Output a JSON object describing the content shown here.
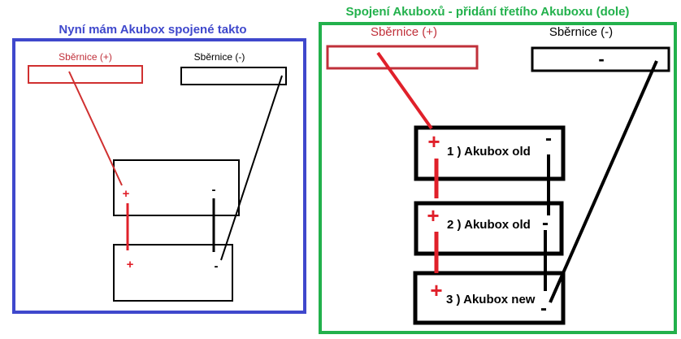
{
  "left": {
    "title": "Nyní mám Akubox spojené takto",
    "bus_plus": "Sběrnice (+)",
    "bus_minus": "Sběrnice (-)",
    "plus": "+",
    "minus": "-"
  },
  "right": {
    "title": "Spojení Akuboxů - přidání třetího Akuboxu (dole)",
    "bus_plus": "Sběrnice (+)",
    "bus_minus": "Sběrnice (-)",
    "bus_minus_symbol": "-",
    "plus": "+",
    "minus": "-",
    "boxes": [
      "1 ) Akubox old",
      "2 ) Akubox old",
      "3 ) Akubox new"
    ]
  },
  "colors": {
    "blue": "#3f48cc",
    "green": "#22b14c",
    "red": "#e0202a",
    "dark_red": "#c0303a"
  }
}
